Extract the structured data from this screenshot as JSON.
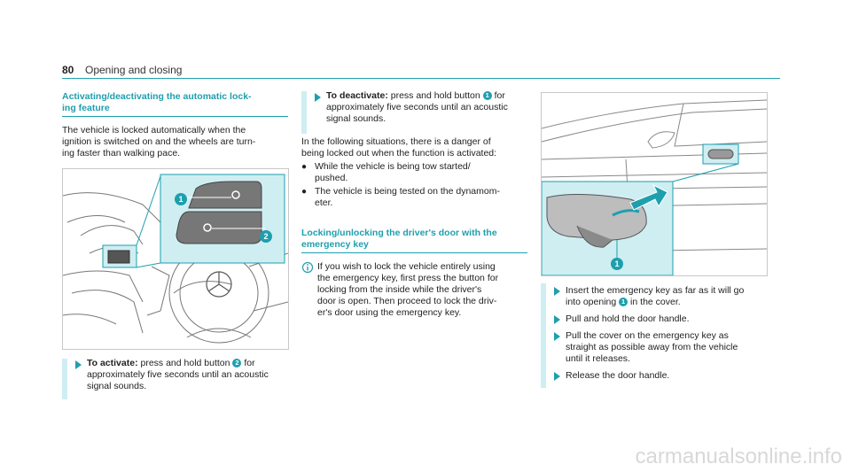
{
  "header": {
    "page_number": "80",
    "section": "Opening and closing"
  },
  "col1": {
    "title_line1": "Activating/deactivating the automatic lock-",
    "title_line2": "ing feature",
    "intro": [
      "The vehicle is locked automatically when the",
      "ignition is switched on and the wheels are turn-",
      "ing faster than walking pace."
    ],
    "figure": {
      "callout1": "1",
      "callout2": "2"
    },
    "step": {
      "label": "To activate:",
      "line1": " press and hold button ",
      "badge": "2",
      "line1_end": " for",
      "line2": "approximately five seconds until an acoustic",
      "line3": "signal sounds."
    }
  },
  "col2": {
    "step": {
      "label": "To deactivate:",
      "line1": " press and hold button ",
      "badge": "1",
      "line1_end": " for",
      "line2": "approximately five seconds until an acoustic",
      "line3": "signal sounds."
    },
    "danger_line1": "In the following situations, there is a danger of",
    "danger_line2": "being locked out when the function is activated:",
    "bullets": [
      {
        "l1": "While the vehicle is being tow started/",
        "l2": "pushed."
      },
      {
        "l1": "The vehicle is being tested on the dynamom-",
        "l2": "eter."
      }
    ],
    "title2_line1": "Locking/unlocking the driver's door with the",
    "title2_line2": "emergency key",
    "note": [
      "If you wish to lock the vehicle entirely using",
      "the emergency key, first press the button for",
      "locking from the inside while the driver's",
      "door is open. Then proceed to lock the driv-",
      "er's door using the emergency key."
    ]
  },
  "col3": {
    "figure": {
      "callout1": "1"
    },
    "steps": [
      {
        "l1a": "Insert the emergency key as far as it will go",
        "l2a": "into opening ",
        "badge": "1",
        "l2b": " in the cover."
      },
      {
        "l1a": "Pull and hold the door handle."
      },
      {
        "l1a": "Pull the cover on the emergency key as",
        "l2a": "straight as possible away from the vehicle",
        "l3a": "until it releases."
      },
      {
        "l1a": "Release the door handle."
      }
    ]
  },
  "footer": {
    "watermark": "carmanualsonline.info"
  },
  "colors": {
    "accent": "#1e9fae",
    "highlight": "#cfeef2"
  }
}
